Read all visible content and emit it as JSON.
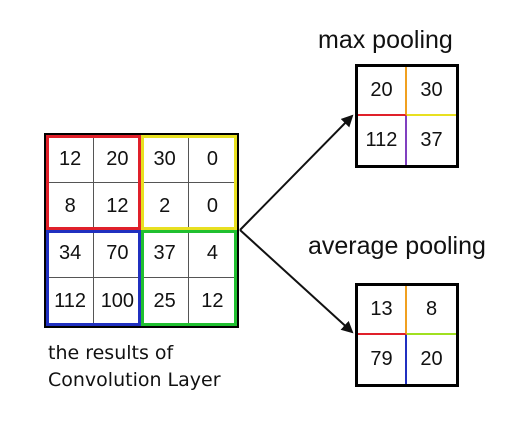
{
  "max_pool": {
    "title": "max pooling",
    "values": [
      "20",
      "30",
      "112",
      "37"
    ]
  },
  "avg_pool": {
    "title": "average pooling",
    "values": [
      "13",
      "8",
      "79",
      "20"
    ]
  },
  "input": {
    "values": [
      "12",
      "20",
      "30",
      "0",
      "8",
      "12",
      "2",
      "0",
      "34",
      "70",
      "37",
      "4",
      "112",
      "100",
      "25",
      "12"
    ],
    "caption_line1": "the results of",
    "caption_line2": "Convolution Layer"
  },
  "colors": {
    "top_left": "#e0202a",
    "top_right": "#e8e020",
    "bottom_left": "#2030c0",
    "bottom_right": "#20c030",
    "orange": "#f0a020",
    "purple": "#8040c0",
    "arrow": "#111111"
  }
}
